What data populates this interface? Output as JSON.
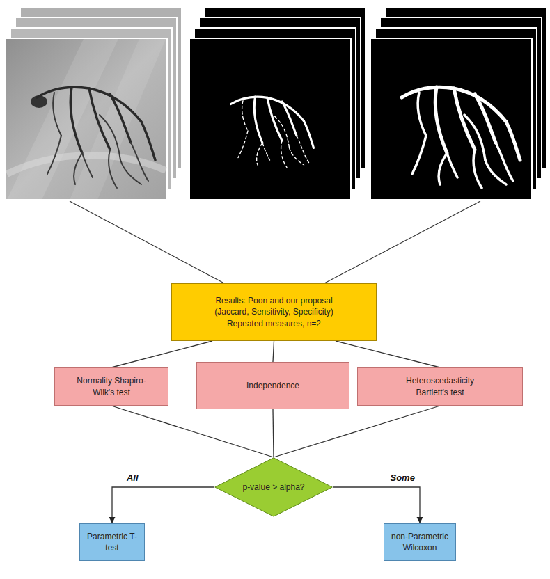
{
  "diagram": {
    "nodes": [
      {
        "text": [
          "Results: Poon and our proposal (Jaccard, Sensitivity, Specificity) Repeated measures, n=2"
        ]
      },
      {
        "text": [
          "Normality Shapiro-Wilk's test"
        ]
      },
      {
        "text": [
          "Independence"
        ]
      },
      {
        "text": [
          "Heteroscedasticity Bartlett's test"
        ]
      },
      {
        "text": [
          "p-value > alpha?"
        ]
      },
      {
        "text": [
          "Parametric T-test"
        ]
      },
      {
        "text": [
          "non-Parametric Wilcoxon"
        ]
      }
    ],
    "edges": [
      {
        "from": 0,
        "to": 1,
        "arrow": "none"
      },
      {
        "from": 0,
        "to": 2,
        "arrow": "none"
      },
      {
        "from": 0,
        "to": 3,
        "arrow": "none"
      },
      {
        "from": 1,
        "to": 4,
        "arrow": "none"
      },
      {
        "from": 2,
        "to": 4,
        "arrow": "none"
      },
      {
        "from": 3,
        "to": 4,
        "arrow": "none"
      },
      {
        "from": 4,
        "to": 5,
        "label": "All",
        "arrow": "to"
      },
      {
        "from": 4,
        "to": 6,
        "label": "Some",
        "arrow": "to"
      }
    ]
  }
}
